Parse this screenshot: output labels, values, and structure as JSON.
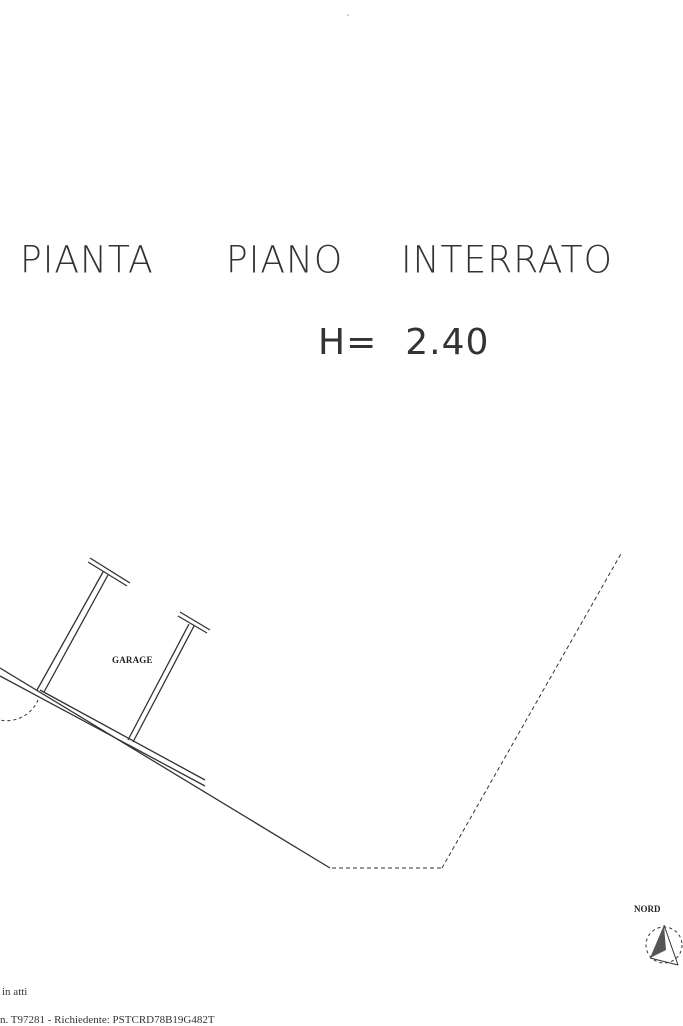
{
  "title": {
    "word1": "PIANTA",
    "word2": "PIANO",
    "word3": "INTERRATO"
  },
  "height": {
    "label": "H=",
    "value": "2.40"
  },
  "plan": {
    "room_label": "GARAGE",
    "north_label": "NORD"
  },
  "footer": {
    "line1": "in atti",
    "line2": "n. T97281 - Richiedente: PSTCRD78B19G482T"
  },
  "colors": {
    "ink": "#333333",
    "paper": "#ffffff"
  }
}
